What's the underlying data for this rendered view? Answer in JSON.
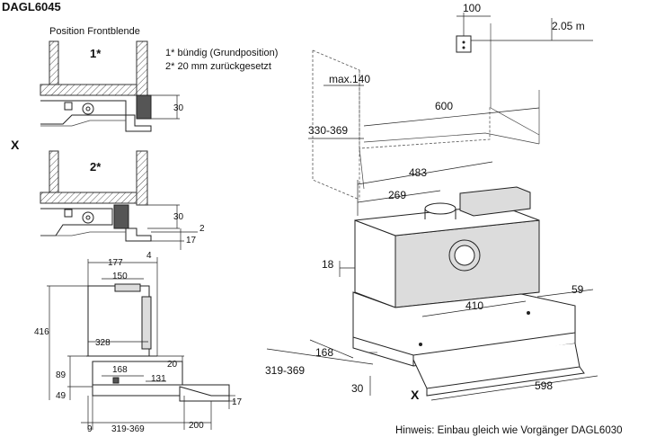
{
  "title": "DAGL6045",
  "position_frontblende": "Position Frontblende",
  "label_1": "1*",
  "label_2": "2*",
  "legend_1": "1*  bündig (Grundposition)",
  "legend_2": "2*  20 mm zurückgesetzt",
  "x_marker": "X",
  "hint": "Hinweis: Einbau gleich wie Vorgänger DAGL6030",
  "dims_detail": {
    "d30_a": "30",
    "d30_b": "30",
    "d2": "2",
    "d17_a": "17"
  },
  "dims_side": {
    "d177": "177",
    "d4": "4",
    "d150": "150",
    "d416": "416",
    "d328": "328",
    "d89": "89",
    "d49": "49",
    "d168": "168",
    "d20": "20",
    "d131": "131",
    "d17_b": "17",
    "d9": "9",
    "d319_369_a": "319-369",
    "d200": "200"
  },
  "dims_iso": {
    "d100": "100",
    "d205m": "2.05 m",
    "dmax140": "max.140",
    "d600": "600",
    "d330_369": "330-369",
    "d483": "483",
    "d269": "269",
    "d18": "18",
    "d59": "59",
    "d410": "410",
    "d168": "168",
    "d319_369_b": "319-369",
    "d30": "30",
    "d598": "598"
  },
  "icons": [
    "power-outlet-icon"
  ]
}
